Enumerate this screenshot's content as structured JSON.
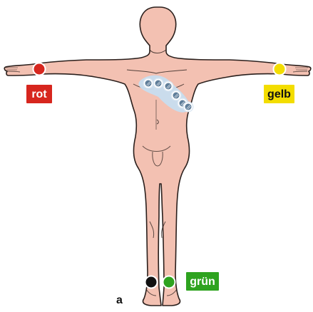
{
  "diagram": {
    "electrodes": {
      "right_arm": {
        "label": "rot",
        "electrode_color": "#d7261e",
        "label_bg": "#d7261e",
        "label_text_color": "#ffffff"
      },
      "left_arm": {
        "label": "gelb",
        "electrode_color": "#f3dd00",
        "label_bg": "#f3dd00",
        "label_text_color": "#111111"
      },
      "left_leg": {
        "label": "grün",
        "electrode_color": "#2ea31f",
        "label_bg": "#2ea31f",
        "label_text_color": "#ffffff"
      },
      "right_leg": {
        "label": "",
        "electrode_color": "#111111"
      }
    },
    "chest_electrode_count": 6,
    "chest_electrode_color": "#5f7e9a",
    "chest_band_color": "#c7ddef",
    "figure_label": "a",
    "colors": {
      "skin": "#f3c1b2",
      "outline": "#2a1f1c"
    }
  }
}
